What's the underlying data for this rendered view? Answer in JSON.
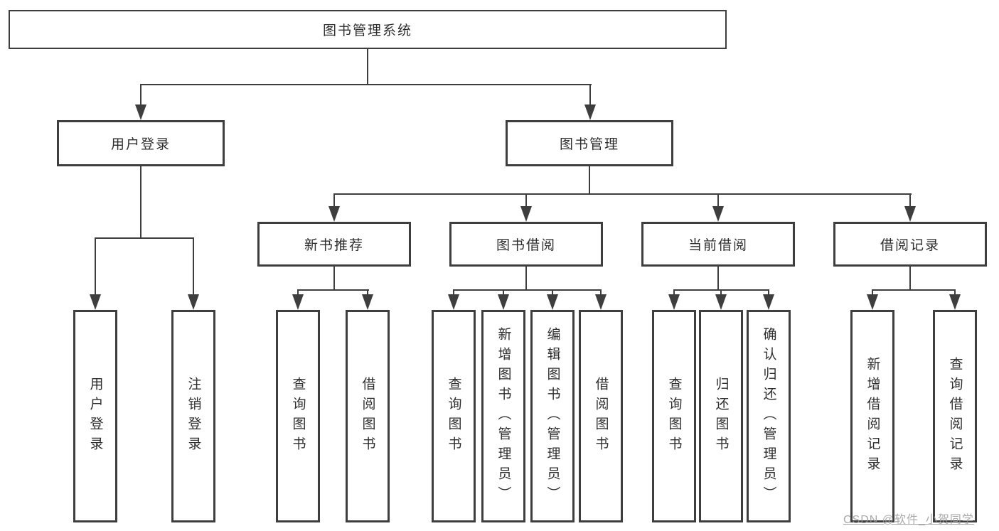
{
  "colors": {
    "line": "#3e3e3e",
    "box_border": "#3e3e3e",
    "text": "#2e2e2e",
    "watermark": "#9b9b9b",
    "background": "#ffffff"
  },
  "watermark": {
    "text": "CSDN @软件_小贺同学"
  },
  "tree": {
    "label": "图书管理系统",
    "children": [
      {
        "label": "用户登录",
        "children": [
          {
            "label": "用户登录"
          },
          {
            "label": "注销登录"
          }
        ]
      },
      {
        "label": "图书管理",
        "children": [
          {
            "label": "新书推荐",
            "children": [
              {
                "label": "查询图书"
              },
              {
                "label": "借阅图书"
              }
            ]
          },
          {
            "label": "图书借阅",
            "children": [
              {
                "label": "查询图书"
              },
              {
                "label": "新增图书（管理员）"
              },
              {
                "label": "编辑图书（管理员）"
              },
              {
                "label": "借阅图书"
              }
            ]
          },
          {
            "label": "当前借阅",
            "children": [
              {
                "label": "查询图书"
              },
              {
                "label": "归还图书"
              },
              {
                "label": "确认归还（管理员）"
              }
            ]
          },
          {
            "label": "借阅记录",
            "children": [
              {
                "label": "新增借阅记录"
              },
              {
                "label": "查询借阅记录"
              }
            ]
          }
        ]
      }
    ]
  }
}
